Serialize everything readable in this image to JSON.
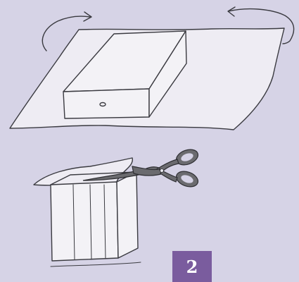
{
  "figure": {
    "step_number": "2",
    "colors": {
      "background": "#d6d3e6",
      "badge": "#7a5c9e",
      "badge_text": "#ffffff",
      "ink": "#3a3a40",
      "scissors": "#6b6b6f"
    },
    "illustrations": [
      "box-on-wrapping-paper",
      "rotate-arrows",
      "wrapped-box-upright",
      "scissors"
    ]
  }
}
